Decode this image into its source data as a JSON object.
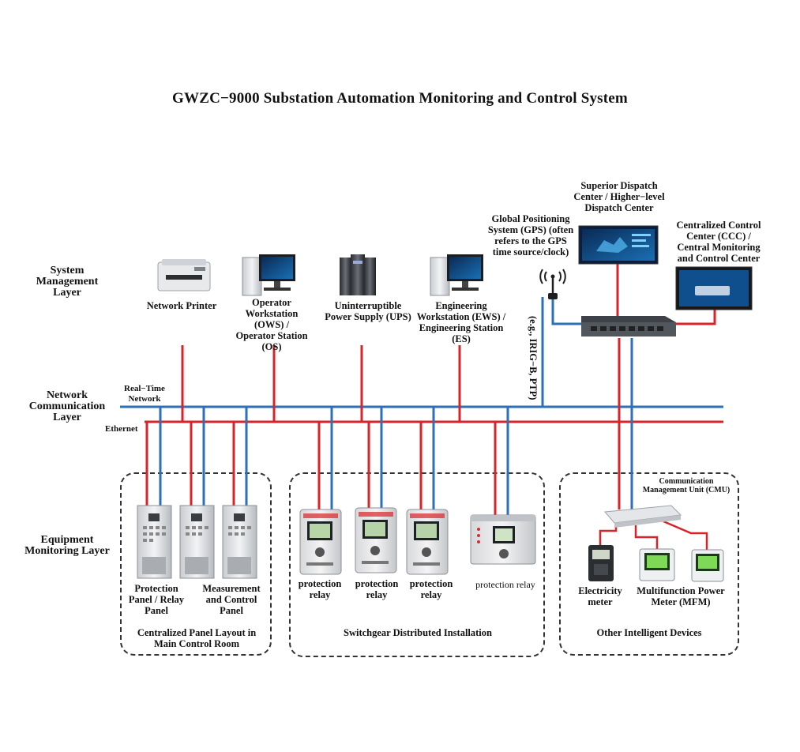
{
  "title": "GWZC−9000 Substation Automation Monitoring and Control System",
  "layers": {
    "system": "System Management Layer",
    "network": "Network Communication Layer",
    "equipment": "Equipment Monitoring Layer"
  },
  "networks": {
    "realtime": "Real−Time Network",
    "ethernet": "Ethernet"
  },
  "devices": {
    "printer": "Network Printer",
    "ows": "Operator Workstation (OWS) / Operator Station (OS)",
    "ups": "Uninterruptible Power Supply (UPS)",
    "ews": "Engineering Workstation (EWS) / Engineering Station (ES)",
    "gps": "Global Positioning System (GPS) (often refers to the GPS time source/clock)",
    "gps_protocol": "(e.g., IRIG−B, PTP)",
    "dispatch": "Superior Dispatch Center / Higher−level Dispatch Center",
    "ccc": "Centralized Control Center (CCC) / Central Monitoring and Control Center",
    "protection_panel": "Protection Panel / Relay Panel",
    "measurement_panel": "Measurement and Control Panel",
    "relay1": "protection relay",
    "relay2": "protection relay",
    "relay3": "protection relay",
    "relay4": "protection relay",
    "cmu": "Communication Management Unit (CMU)",
    "meter": "Electricity meter",
    "mfm": "Multifunction Power Meter (MFM)"
  },
  "groups": {
    "panel": "Centralized Panel Layout in Main Control Room",
    "switchgear": "Switchgear Distributed Installation",
    "other": "Other Intelligent Devices"
  },
  "colors": {
    "ethernet": "#d8232a",
    "realtime": "#2d6fb8"
  }
}
